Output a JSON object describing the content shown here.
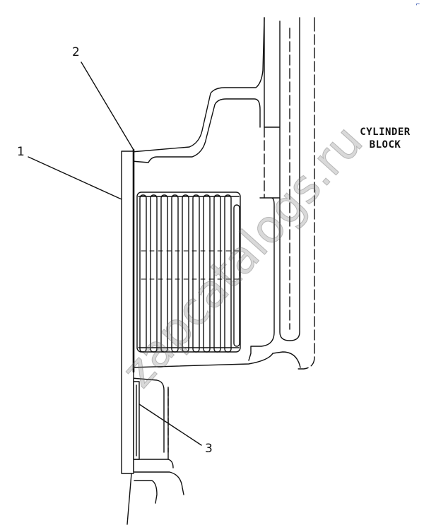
{
  "callouts": {
    "part_1": "1",
    "part_2": "2",
    "part_3": "3"
  },
  "region_label": {
    "line1": "CYLINDER",
    "line2": "BLOCK"
  },
  "watermark": "zapcatalogs.ru",
  "corner_mark": "⌐"
}
